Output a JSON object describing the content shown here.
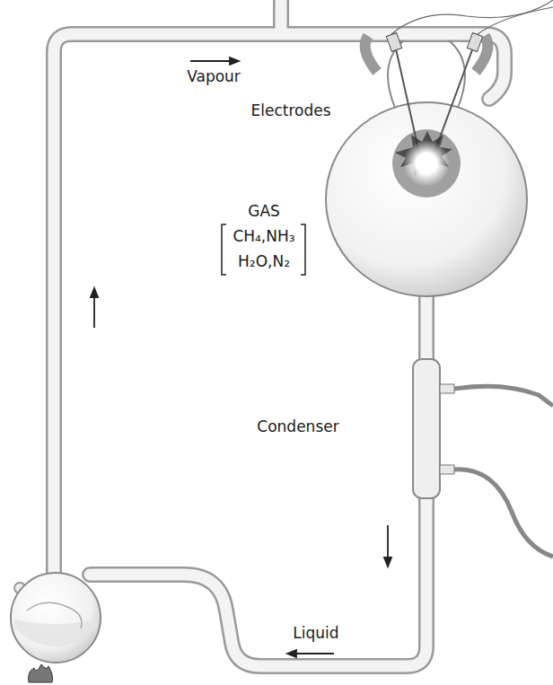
{
  "diagram": {
    "labels": [
      "Vapour",
      "Electrodes",
      "GAS",
      "CH₄,NH₃",
      "H₂O,N₂",
      "Condenser",
      "Liquid"
    ]
  }
}
